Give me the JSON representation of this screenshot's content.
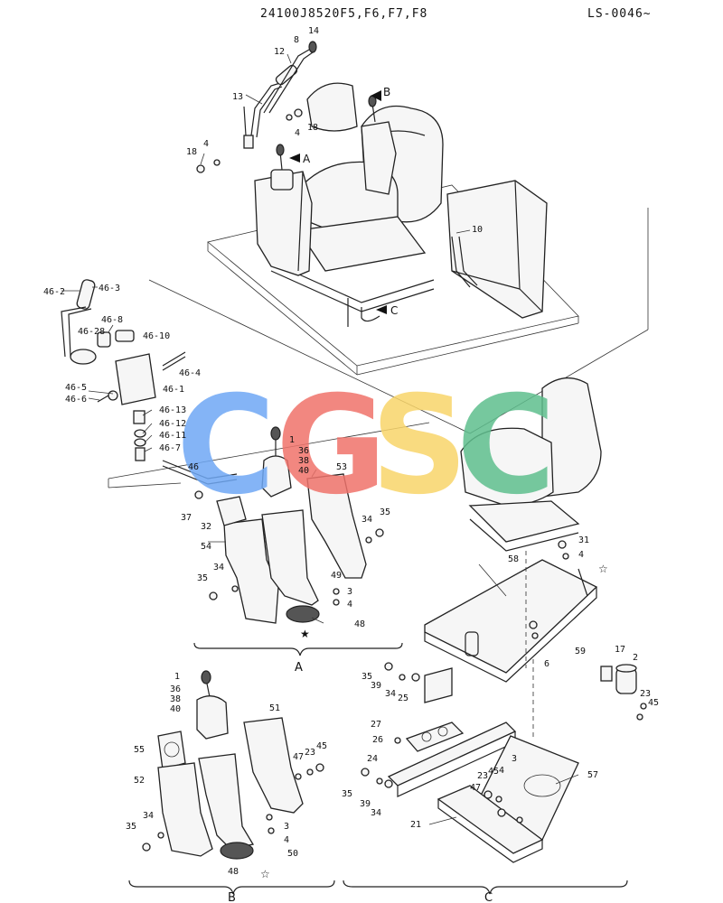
{
  "header": {
    "part_number": "24100J8520F5,F6,F7,F8",
    "serial": "LS-0046~"
  },
  "watermark": {
    "letters": [
      {
        "char": "C",
        "color": "#6fa8f5"
      },
      {
        "char": "G",
        "color": "#f0736b"
      },
      {
        "char": "S",
        "color": "#f9d56a"
      },
      {
        "char": "C",
        "color": "#5fbf8e"
      }
    ]
  },
  "sections": {
    "a": "A",
    "b": "B",
    "c": "C"
  },
  "view_markers": {
    "a": "A",
    "b": "B",
    "c": "C"
  },
  "symbols": {
    "filled_star": "★",
    "open_star": "☆"
  },
  "callouts": {
    "p1": "14",
    "p2": "8",
    "p3": "12",
    "p4": "13",
    "p5": "4",
    "p6": "18",
    "p7": "18",
    "p8": "4",
    "p9": "10",
    "p10": "46-2",
    "p11": "46-3",
    "p12": "46-8",
    "p13": "46-28",
    "p14": "46-10",
    "p15": "46-4",
    "p16": "46-1",
    "p17": "46-5",
    "p18": "46-6",
    "p19": "46-13",
    "p20": "46-12",
    "p21": "46-11",
    "p22": "46-7",
    "p23": "46",
    "p24": "1",
    "p25": "36",
    "p26": "38",
    "p27": "40",
    "p28": "53",
    "p29": "37",
    "p30": "32",
    "p31": "34",
    "p32": "35",
    "p33": "54",
    "p34": "35",
    "p35": "34",
    "p36": "49",
    "p37": "3",
    "p38": "4",
    "p39": "48",
    "p40": "31",
    "p41": "4",
    "p42": "58",
    "p43": "59",
    "p44": "6",
    "p45": "17",
    "p46": "2",
    "p47": "23",
    "p48": "45",
    "p49": "1",
    "p50": "36",
    "p51": "38",
    "p52": "40",
    "p53": "51",
    "p54": "55",
    "p55": "52",
    "p56": "47",
    "p57": "23",
    "p58": "45",
    "p59": "35",
    "p60": "34",
    "p61": "3",
    "p62": "4",
    "p63": "50",
    "p64": "48",
    "p65": "35",
    "p66": "39",
    "p67": "34",
    "p68": "25",
    "p69": "27",
    "p70": "26",
    "p71": "24",
    "p72": "3",
    "p73": "57",
    "p74": "45",
    "p75": "23",
    "p76": "47",
    "p77": "4",
    "p78": "35",
    "p79": "39",
    "p80": "34",
    "p81": "21"
  }
}
